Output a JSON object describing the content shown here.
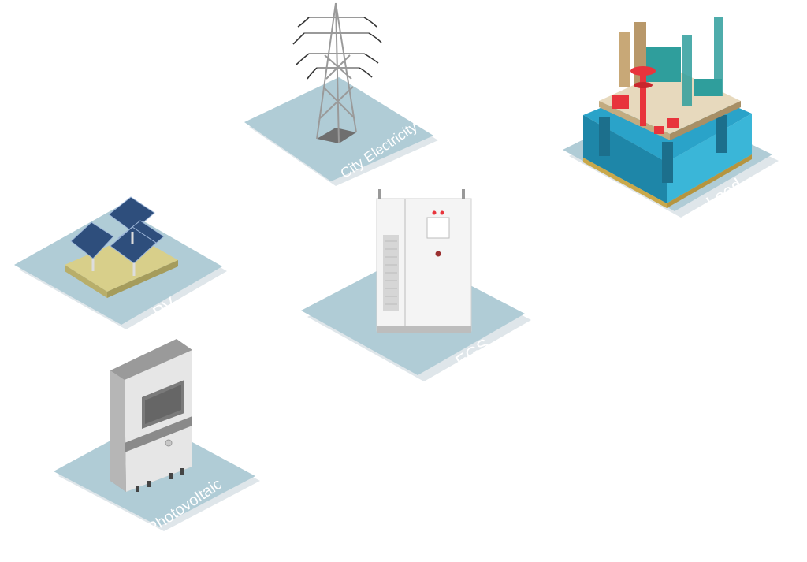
{
  "nodes": {
    "city": {
      "label": "City Electricity"
    },
    "load": {
      "label": "Load"
    },
    "pv": {
      "label": "PV"
    },
    "egs": {
      "label": "EGS"
    },
    "photovoltaic": {
      "label": "Photovoltaic"
    }
  },
  "colors": {
    "tile": "#b0ccd6",
    "tile_shadow": "#dfe6ea",
    "water": "#2aa3c9",
    "accent_red": "#e8343c",
    "teal": "#2f9e9c",
    "sand": "#d8cf8a",
    "panel_blue": "#2e4e7c",
    "cabinet": "#f4f4f4",
    "inverter": "#e6e6e6"
  }
}
